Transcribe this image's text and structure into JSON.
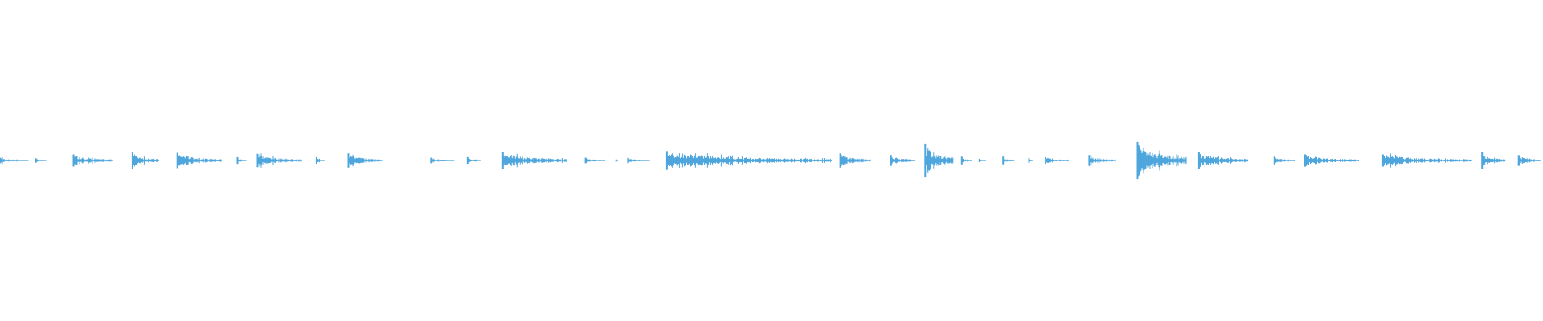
{
  "waveform": {
    "color": "#4fa6dd",
    "clips": [
      {
        "start": 0.0,
        "end": 2.4,
        "peak": 0.1
      },
      {
        "start": 3.0,
        "end": 3.9,
        "peak": 0.08
      },
      {
        "start": 6.2,
        "end": 9.6,
        "peak": 0.22
      },
      {
        "start": 11.2,
        "end": 13.5,
        "peak": 0.3
      },
      {
        "start": 15.0,
        "end": 18.8,
        "peak": 0.28
      },
      {
        "start": 20.1,
        "end": 20.9,
        "peak": 0.12
      },
      {
        "start": 21.8,
        "end": 25.6,
        "peak": 0.24
      },
      {
        "start": 26.8,
        "end": 27.5,
        "peak": 0.12
      },
      {
        "start": 29.5,
        "end": 32.4,
        "peak": 0.26
      },
      {
        "start": 36.5,
        "end": 38.5,
        "peak": 0.1
      },
      {
        "start": 39.6,
        "end": 40.7,
        "peak": 0.12
      },
      {
        "start": 42.6,
        "end": 48.0,
        "peak": 0.3
      },
      {
        "start": 49.6,
        "end": 51.3,
        "peak": 0.1
      },
      {
        "start": 52.2,
        "end": 52.4,
        "peak": 0.04
      },
      {
        "start": 53.2,
        "end": 55.1,
        "peak": 0.1
      },
      {
        "start": 56.5,
        "end": 70.5,
        "peak": 0.34
      },
      {
        "start": 71.2,
        "end": 73.8,
        "peak": 0.26
      },
      {
        "start": 75.5,
        "end": 77.6,
        "peak": 0.2
      },
      {
        "start": 78.4,
        "end": 80.8,
        "peak": 0.62
      },
      {
        "start": 81.5,
        "end": 82.4,
        "peak": 0.14
      },
      {
        "start": 83.0,
        "end": 83.6,
        "peak": 0.06
      },
      {
        "start": 85.0,
        "end": 86.0,
        "peak": 0.14
      },
      {
        "start": 87.2,
        "end": 87.6,
        "peak": 0.08
      },
      {
        "start": 88.6,
        "end": 90.6,
        "peak": 0.12
      },
      {
        "start": 92.3,
        "end": 94.6,
        "peak": 0.2
      },
      {
        "start": 96.4,
        "end": 100.6,
        "peak": 0.68
      },
      {
        "start": 101.6,
        "end": 105.8,
        "peak": 0.3
      },
      {
        "start": 108.0,
        "end": 109.8,
        "peak": 0.14
      },
      {
        "start": 110.6,
        "end": 115.2,
        "peak": 0.22
      },
      {
        "start": 117.2,
        "end": 124.8,
        "peak": 0.22
      },
      {
        "start": 125.6,
        "end": 127.6,
        "peak": 0.3
      },
      {
        "start": 128.7,
        "end": 130.6,
        "peak": 0.2
      }
    ],
    "total_duration": 130.8
  }
}
